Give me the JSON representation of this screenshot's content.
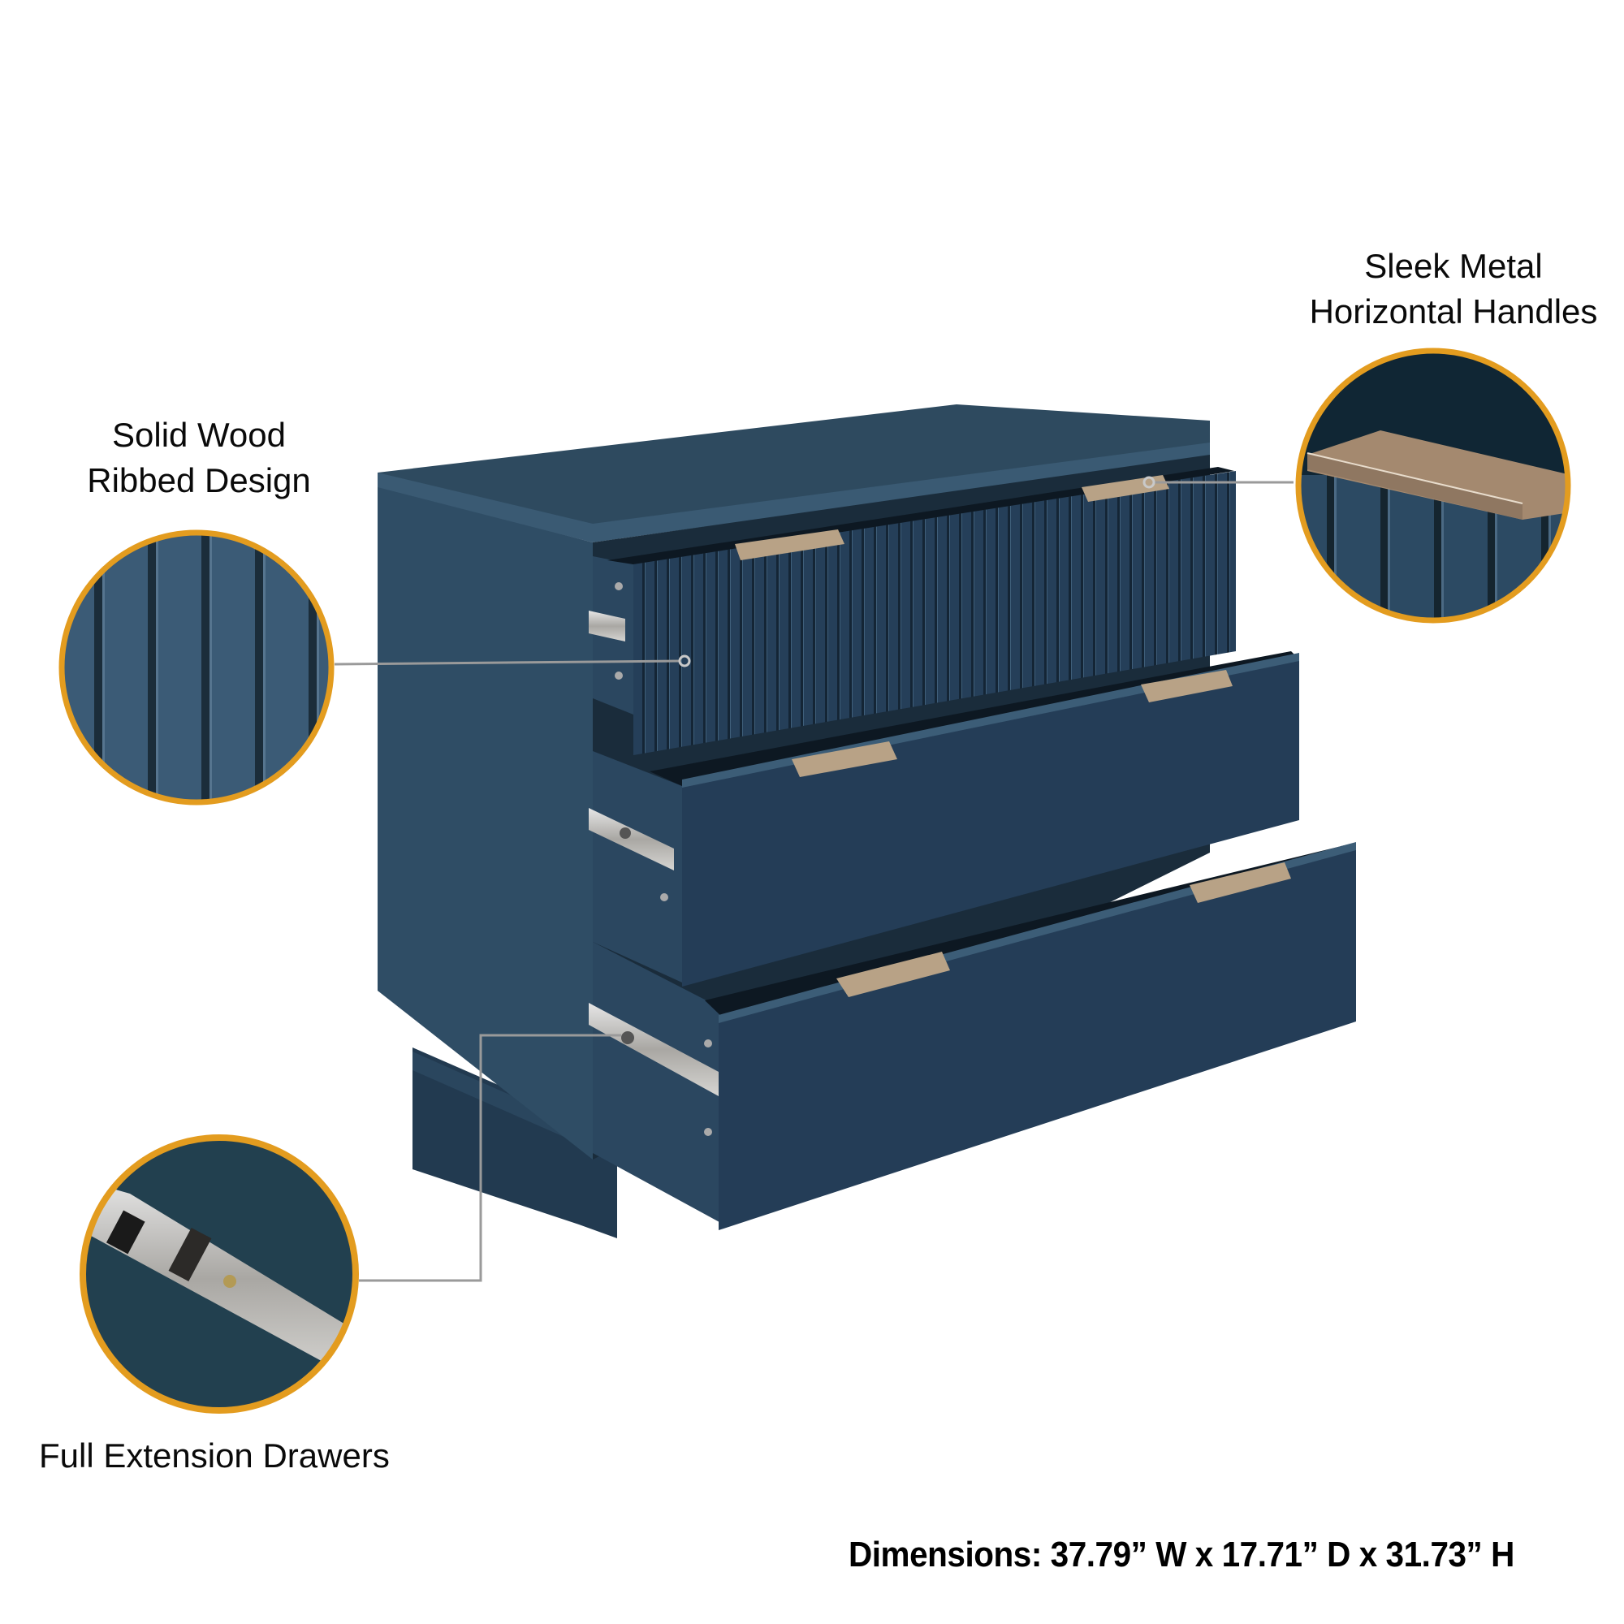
{
  "features": [
    {
      "id": "ribbed",
      "lines": [
        "Solid Wood",
        "Ribbed Design"
      ]
    },
    {
      "id": "handles",
      "lines": [
        "Sleek Metal",
        "Horizontal Handles"
      ]
    },
    {
      "id": "drawers",
      "lines": [
        "Full Extension Drawers"
      ]
    }
  ],
  "dimensions": {
    "label": "Dimensions: 37.79” W x 17.71” D x 31.73” H",
    "width": "37.79” W",
    "depth": "17.71” D",
    "height": "31.73” H"
  },
  "product": {
    "type": "3-drawer dresser",
    "drawer_count": 3,
    "finish_color": "navy blue"
  },
  "colors": {
    "cabinet_side": "#2f4d65",
    "cabinet_top": "#2e4a5f",
    "drawer_front": "#243d57",
    "drawer_interior": "#0d1822",
    "handle": "#b8a286",
    "callout_ring": "#e39c1f",
    "connector_line": "#9a9a9a",
    "rail_metal": "#c9c9c9"
  }
}
